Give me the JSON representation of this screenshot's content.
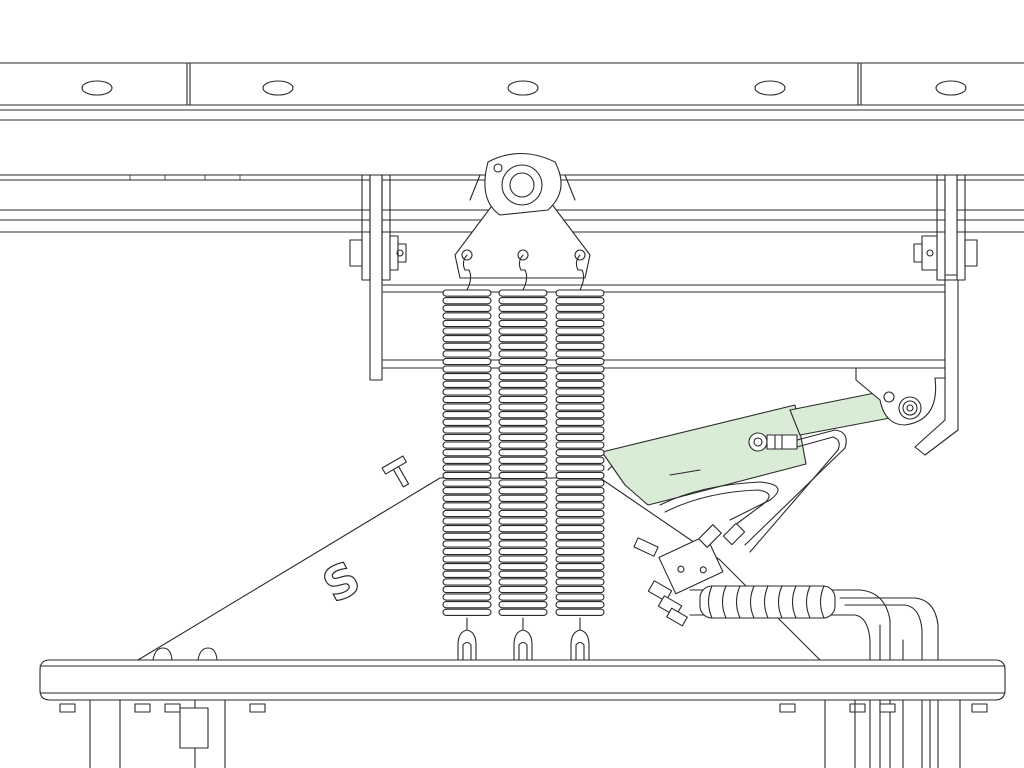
{
  "drawing": {
    "highlight_color": "#d9ecd6",
    "line_color": "#2a2a2a",
    "background": "#ffffff",
    "logo_glyph": "S",
    "springs": [
      "spring-left",
      "spring-center",
      "spring-right"
    ]
  }
}
